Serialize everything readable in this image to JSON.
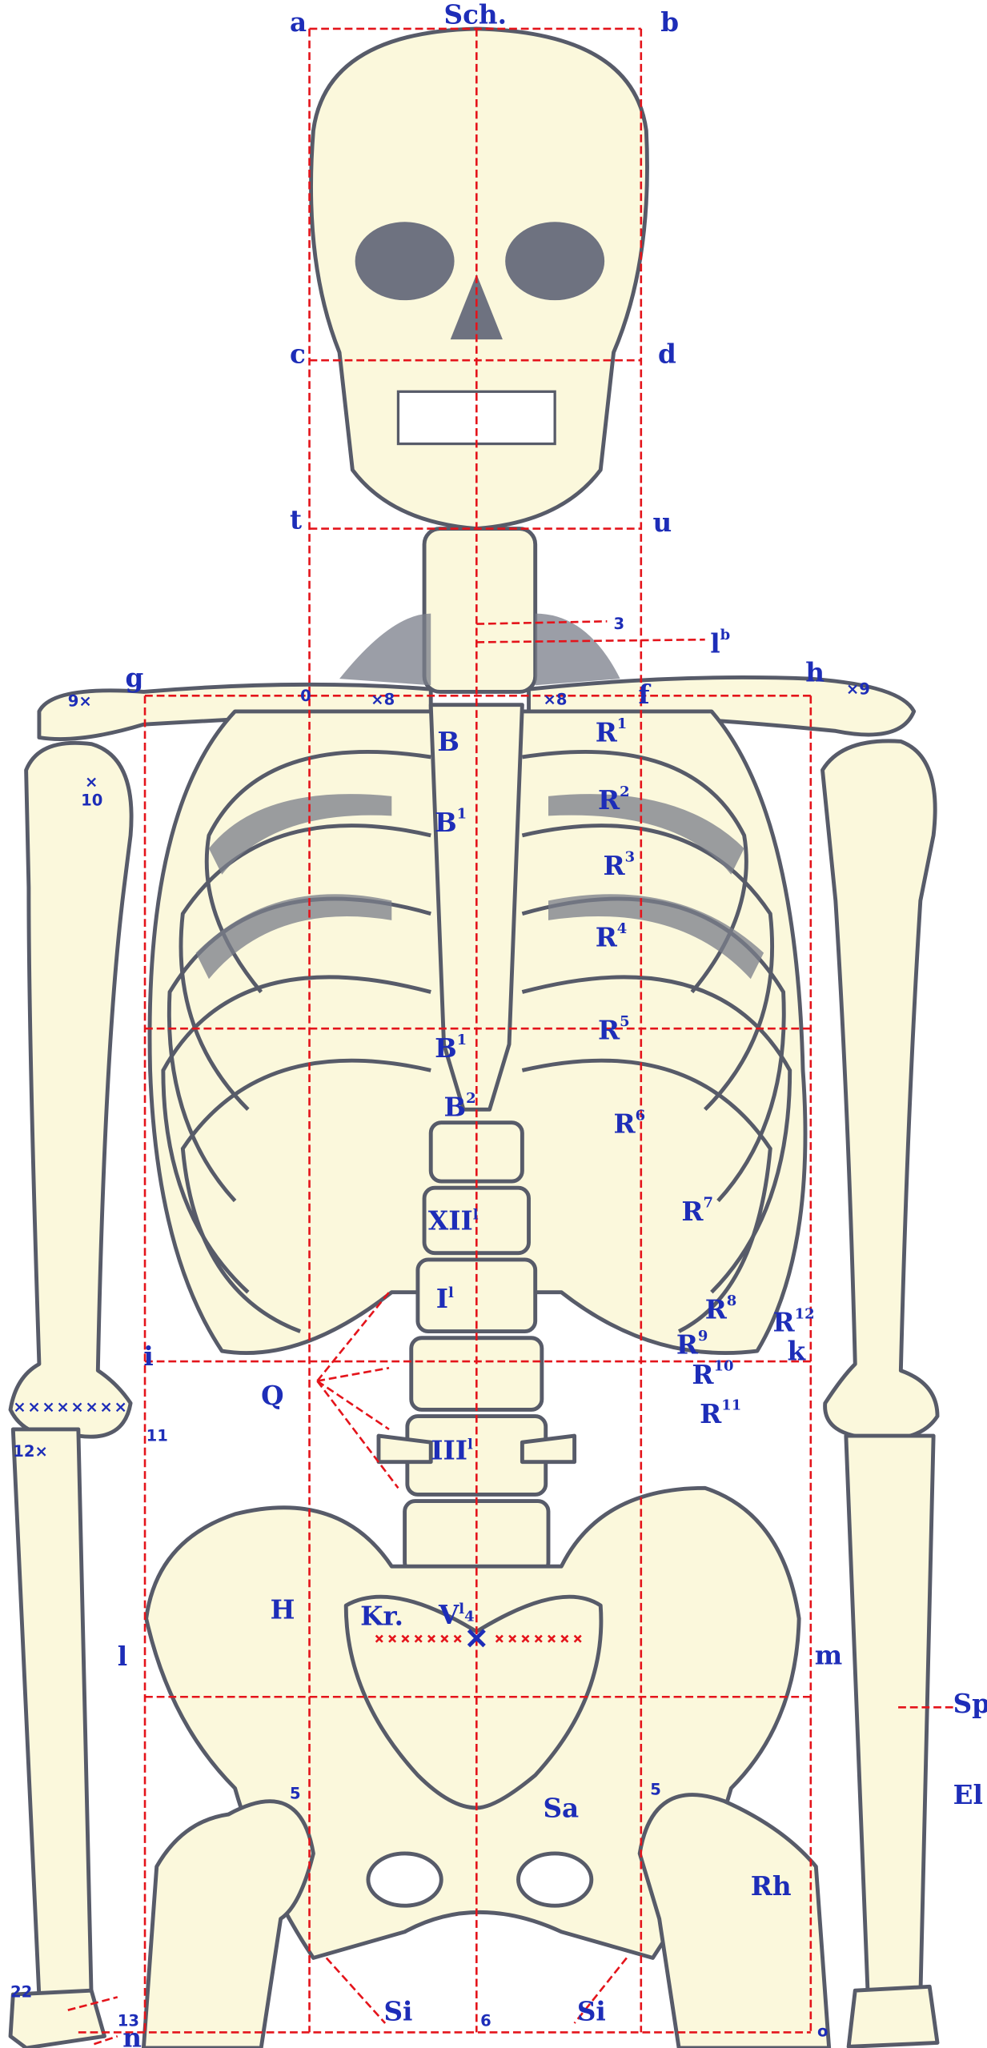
{
  "colors": {
    "bone": "#fbf8dc",
    "outline": "#575b69",
    "guides": "#e4141b",
    "labels": "#1d2db8"
  },
  "labels": {
    "a": "a",
    "sch": "Sch.",
    "b": "b",
    "c": "c",
    "d": "d",
    "t": "t",
    "u": "u",
    "n3": "3",
    "lb": "l",
    "lb_sup": "b",
    "x9_left": "9×",
    "g": "g",
    "o_top": "0",
    "x8_left": "×8",
    "x8_right": "×8",
    "f": "f",
    "h": "h",
    "x9_right": "×9",
    "B": "B",
    "B1a": "B",
    "B1a_sup": "1",
    "B1b": "B",
    "B1b_sup": "1",
    "B2": "B",
    "B2_sup": "2",
    "R1": "R",
    "R1_sup": "1",
    "R2": "R",
    "R2_sup": "2",
    "R3": "R",
    "R3_sup": "3",
    "R4": "R",
    "R4_sup": "4",
    "R5": "R",
    "R5_sup": "5",
    "R6": "R",
    "R6_sup": "6",
    "R7": "R",
    "R7_sup": "7",
    "R8": "R",
    "R8_sup": "8",
    "R9": "R",
    "R9_sup": "9",
    "R10": "R",
    "R10_sup": "10",
    "R11": "R",
    "R11_sup": "11",
    "R12": "R",
    "R12_sup": "12",
    "x10": "×",
    "n10": "10",
    "XII": "XII",
    "XII_sup": "l",
    "I": "I",
    "I_sup": "l",
    "III": "III",
    "III_sup": "l",
    "i": "i",
    "k": "k",
    "Q": "Q",
    "elbow_marks": "××××××××",
    "n11": "11",
    "n12": "12×",
    "H": "H",
    "Kr": "Kr.",
    "V": "V",
    "V_sup": "l",
    "n4": "4",
    "l": "l",
    "m": "m",
    "Sp": "Sp",
    "El": "El",
    "n5_left": "5",
    "n5_right": "5",
    "Sa": "Sa",
    "Rh": "Rh",
    "n22": "22",
    "n13": "13",
    "n": "n",
    "Si_left": "Si",
    "n6": "6",
    "Si_right": "Si",
    "o_bottom": "o"
  }
}
